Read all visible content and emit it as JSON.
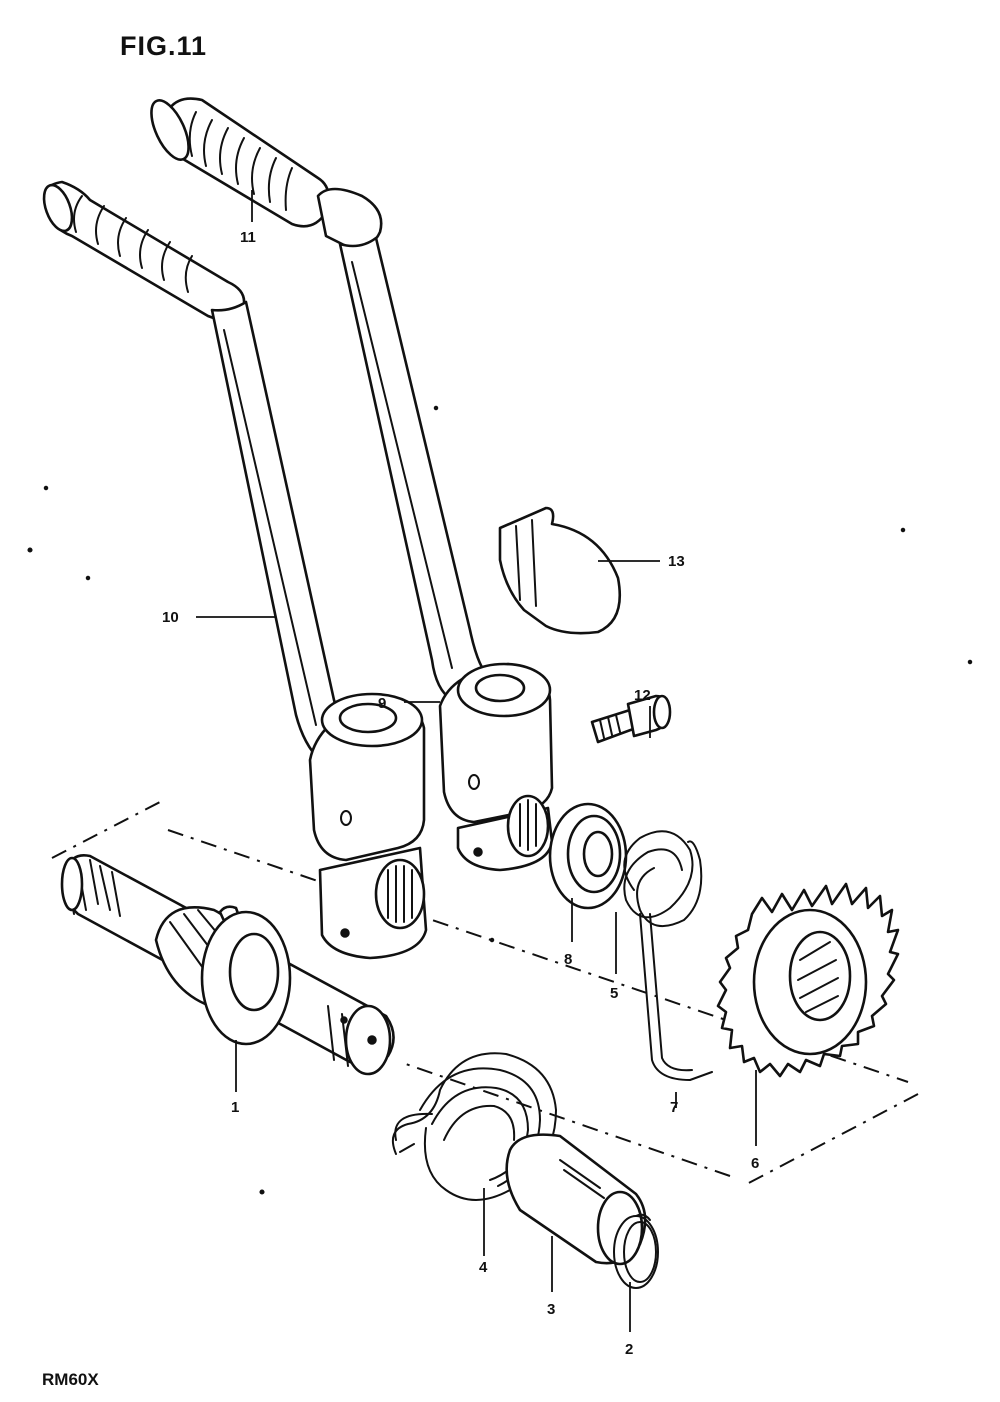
{
  "figure_title": "FIG.11",
  "model_code": "RM60X",
  "callouts": {
    "c1": "1",
    "c2": "2",
    "c3": "3",
    "c4": "4",
    "c5": "5",
    "c6": "6",
    "c7": "7",
    "c8": "8",
    "c9": "9",
    "c10": "10",
    "c11": "11",
    "c12": "12",
    "c13": "13"
  }
}
